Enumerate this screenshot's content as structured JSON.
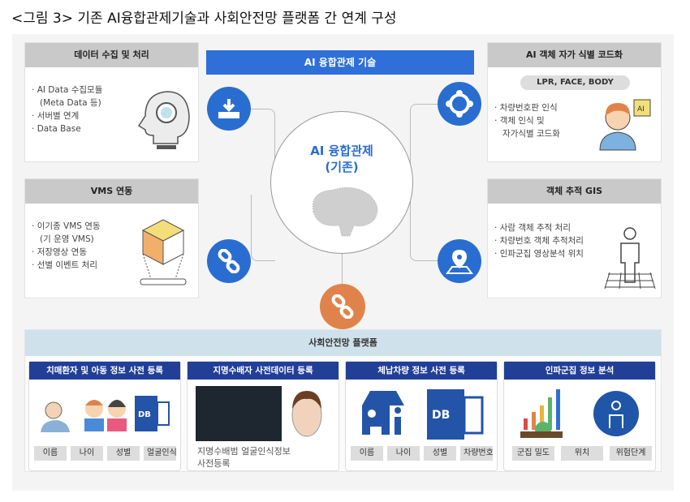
{
  "title": "<그림 3> 기존 AI융합관제기술과 사회안전망 플랫폼 간 연계 구성",
  "banner": "AI 융합관제 기술",
  "center": {
    "line1": "AI 융합관제",
    "line2": "(기존)"
  },
  "left_boxes": [
    {
      "header": "데이터 수집 및 처리",
      "items": [
        "AI Data 수집모듈",
        "(Meta Data 등)",
        "서버별 연계",
        "Data Base"
      ]
    },
    {
      "header": "VMS 연동",
      "items": [
        "이기종 VMS 연동",
        "(기 운영 VMS)",
        "저장영상 연동",
        "선별 이벤트 처리"
      ]
    }
  ],
  "right_boxes": [
    {
      "header": "AI 객체 자가 식별 코드화",
      "pill": "LPR, FACE, BODY",
      "items": [
        "차량번호판 인식",
        "객체 인식 및",
        "자가식별 코드화"
      ],
      "chip": "AI"
    },
    {
      "header": "객체 추적 GIS",
      "items": [
        "사람 객체 추적 처리",
        "차량번호 객체 추적처리",
        "인파군집 영상분석 위치"
      ]
    }
  ],
  "platform": {
    "label": "사회안전망 플랫폼",
    "cards": [
      {
        "header": "치매환자 및 아동  정보 사전 등록",
        "db": "DB",
        "tags": [
          "이름",
          "나이",
          "성별",
          "얼굴인식…"
        ]
      },
      {
        "header": "지명수배자 사전데이터 등록",
        "note": [
          "지명수배범 얼굴인식정보",
          "사전등록"
        ]
      },
      {
        "header": "체납차량 정보 사전 등록",
        "db": "DB",
        "tags": [
          "이름",
          "나이",
          "성별",
          "차량번호…"
        ]
      },
      {
        "header": "인파군집 정보 분석",
        "tags": [
          "군집 밀도",
          "위치",
          "위험단계"
        ]
      }
    ]
  },
  "colors": {
    "blue": "#2f6fd8",
    "navy": "#223f98",
    "orange": "#e0834a",
    "gray": "#c9c9c9"
  }
}
